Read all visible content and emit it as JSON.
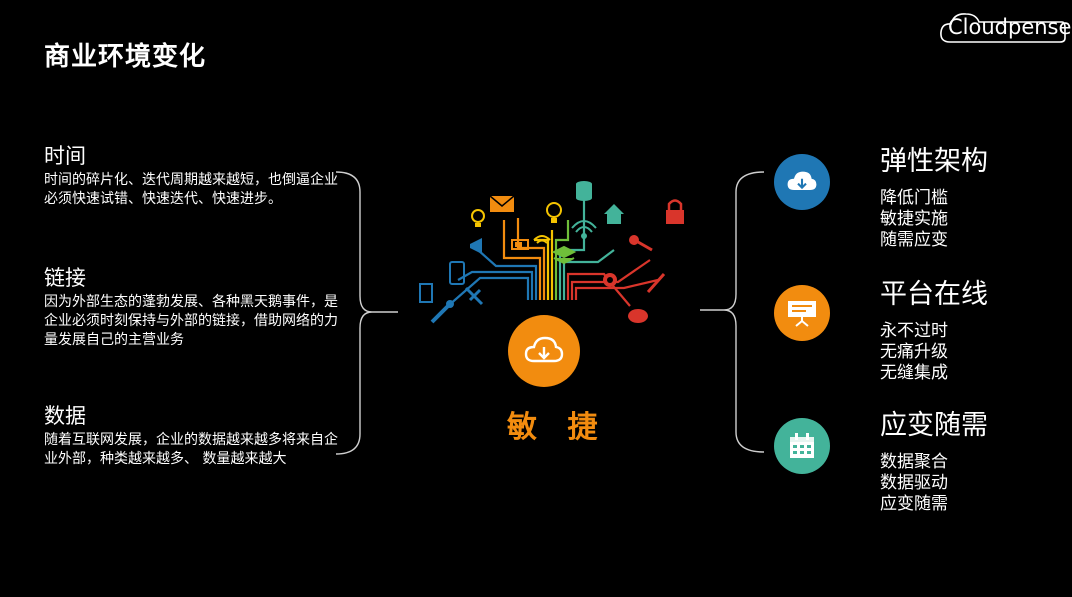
{
  "title": "商业环境变化",
  "logo": "Cloudpense",
  "left_items": [
    {
      "heading": "时间",
      "text": "时间的碎片化、迭代周期越来越短，也倒逼企业必须快速试错、快速迭代、快速进步。"
    },
    {
      "heading": "链接",
      "text": "因为外部生态的蓬勃发展、各种黑天鹅事件，是企业必须时刻保持与外部的链接，借助网络的力量发展自己的主营业务"
    },
    {
      "heading": "数据",
      "text": "随着互联网发展，企业的数据越来越多将来自企业外部，种类越来越多、 数量越来越大"
    }
  ],
  "center": {
    "label": "敏 捷"
  },
  "right_items": [
    {
      "heading": "弹性架构",
      "lines": [
        "降低门槛",
        "敏捷实施",
        "随需应变"
      ],
      "color": "#1f77b4",
      "icon": "cloud-download-icon"
    },
    {
      "heading": "平台在线",
      "lines": [
        "永不过时",
        "无痛升级",
        "无缝集成"
      ],
      "color": "#f28c0f",
      "icon": "presentation-board-icon"
    },
    {
      "heading": "应变随需",
      "lines": [
        "数据聚合",
        "数据驱动",
        "应变随需"
      ],
      "color": "#43b39a",
      "icon": "calendar-icon"
    }
  ]
}
